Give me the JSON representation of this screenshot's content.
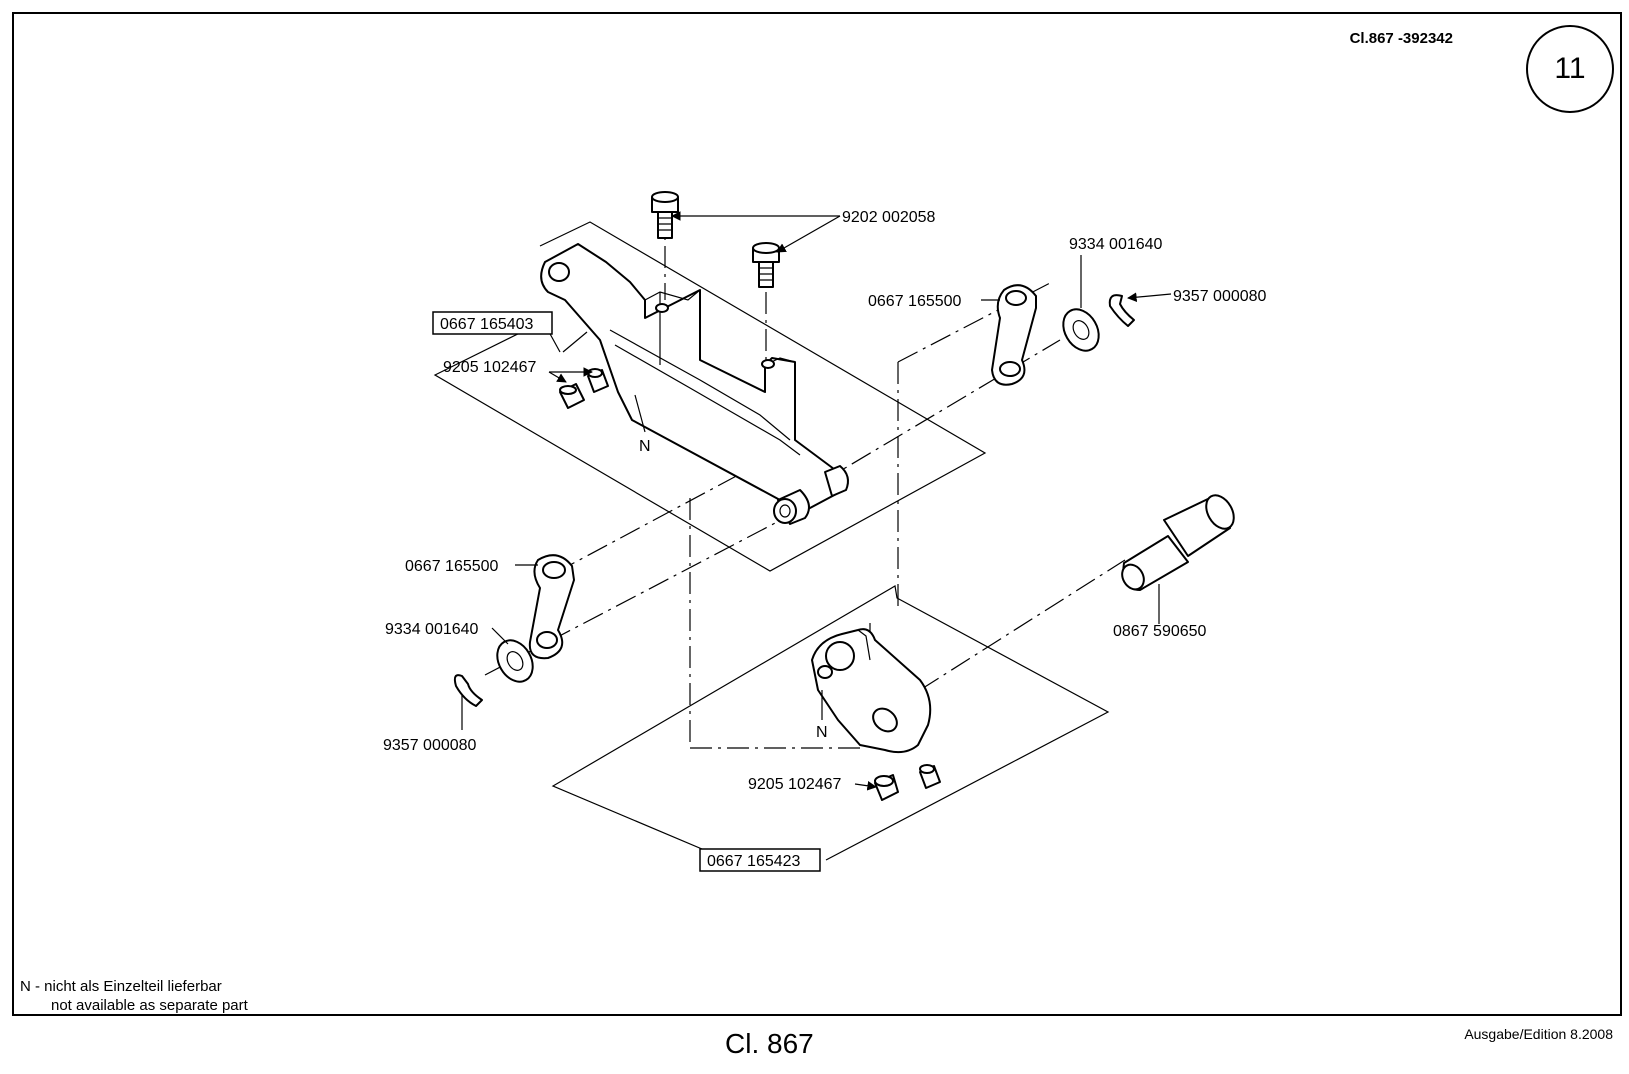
{
  "header": {
    "doc_code": "Cl.867 -392342",
    "page_number": "11"
  },
  "parts": {
    "screw_top": "9202 002058",
    "assembly_upper": "0667 165403",
    "set_screw_upper": "9205 102467",
    "marker_n_upper": "N",
    "link_right": "0667 165500",
    "washer_right": "9334 001640",
    "clip_right": "9357 000080",
    "link_left": "0667 165500",
    "washer_left": "9334 001640",
    "clip_left": "9357 000080",
    "pin": "0867 590650",
    "marker_n_lower": "N",
    "set_screw_lower": "9205 102467",
    "assembly_lower": "0667 165423"
  },
  "footnote": {
    "de": "N - nicht als Einzelteil lieferbar",
    "en": "not available as separate part"
  },
  "footer": {
    "title": "Cl. 867",
    "edition": "Ausgabe/Edition  8.2008"
  }
}
